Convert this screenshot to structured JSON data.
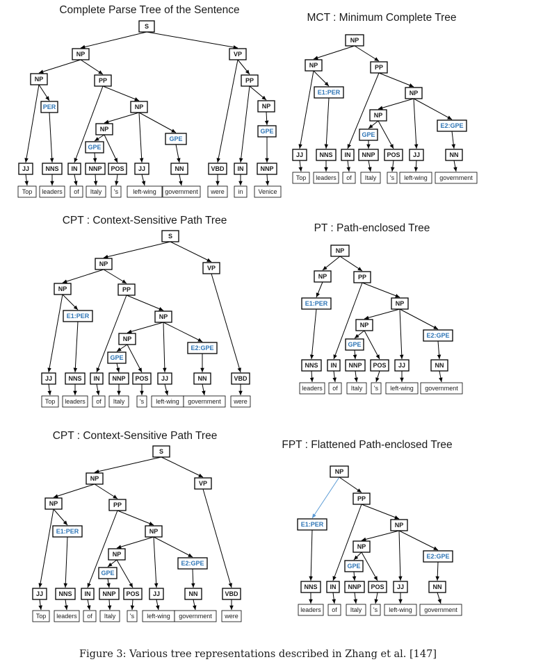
{
  "caption": "Figure 3: Various tree representations described in Zhang et al. [147]",
  "trees": [
    {
      "title": "Complete Parse Tree of the Sentence",
      "nodes": [
        "S",
        "NP",
        "VP",
        "NP",
        "PP",
        "PER",
        "NP",
        "NP",
        "GPE",
        "GPE",
        "PP",
        "NP",
        "GPE",
        "JJ",
        "NNS",
        "IN",
        "NNP",
        "POS",
        "JJ",
        "NN",
        "VBD",
        "IN",
        "NNP",
        "Top",
        "leaders",
        "of",
        "Italy",
        "'s",
        "left-wing",
        "government",
        "were",
        "in",
        "Venice"
      ]
    },
    {
      "title": "MCT : Minimum Complete Tree",
      "nodes": [
        "NP",
        "NP",
        "PP",
        "E1:PER",
        "NP",
        "NP",
        "GPE",
        "E2:GPE",
        "JJ",
        "NNS",
        "IN",
        "NNP",
        "POS",
        "JJ",
        "NN",
        "Top",
        "leaders",
        "of",
        "Italy",
        "'s",
        "left-wing",
        "government"
      ]
    },
    {
      "title": "CPT : Context-Sensitive Path Tree",
      "nodes": [
        "S",
        "NP",
        "VP",
        "NP",
        "PP",
        "E1:PER",
        "NP",
        "NP",
        "GPE",
        "E2:GPE",
        "JJ",
        "NNS",
        "IN",
        "NNP",
        "POS",
        "JJ",
        "NN",
        "VBD",
        "Top",
        "leaders",
        "of",
        "Italy",
        "'s",
        "left-wing",
        "government",
        "were"
      ]
    },
    {
      "title": "PT : Path-enclosed Tree",
      "nodes": [
        "NP",
        "NP",
        "PP",
        "E1:PER",
        "NP",
        "NP",
        "GPE",
        "E2:GPE",
        "NNS",
        "IN",
        "NNP",
        "POS",
        "JJ",
        "NN",
        "leaders",
        "of",
        "Italy",
        "'s",
        "left-wing",
        "government"
      ]
    },
    {
      "title": "CPT : Context-Sensitive Path Tree",
      "nodes": [
        "S",
        "NP",
        "VP",
        "NP",
        "PP",
        "E1:PER",
        "NP",
        "NP",
        "GPE",
        "E2:GPE",
        "JJ",
        "NNS",
        "IN",
        "NNP",
        "POS",
        "JJ",
        "NN",
        "VBD",
        "Top",
        "leaders",
        "of",
        "Italy",
        "'s",
        "left-wing",
        "government",
        "were"
      ]
    },
    {
      "title": "FPT : Flattened Path-enclosed Tree",
      "nodes": [
        "NP",
        "PP",
        "E1:PER",
        "NP",
        "NP",
        "GPE",
        "E2:GPE",
        "NNS",
        "IN",
        "NNP",
        "POS",
        "JJ",
        "NN",
        "leaders",
        "of",
        "Italy",
        "'s",
        "left-wing",
        "government"
      ]
    }
  ],
  "colors": {
    "entity_label": "#2e75b6",
    "highlight_edge": "#5b9bd5",
    "stroke": "#000000"
  }
}
